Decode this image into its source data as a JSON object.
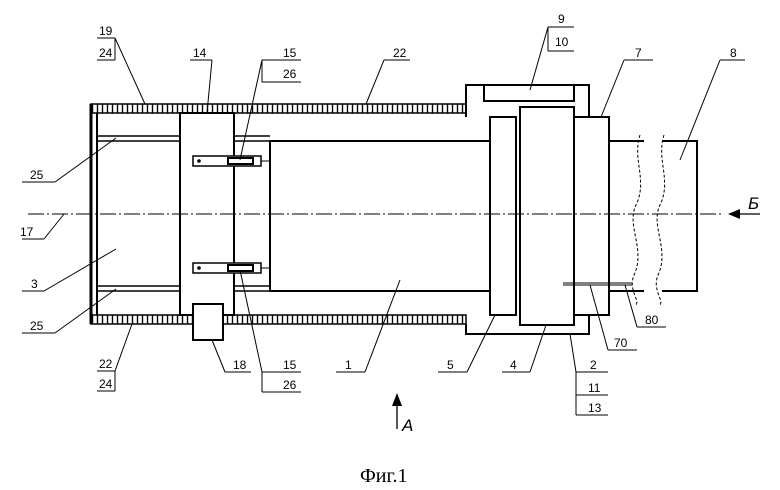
{
  "figure": {
    "caption": "Фиг.1",
    "view_labels": {
      "view_a": "A",
      "view_b": "Б"
    },
    "labels": {
      "l19": "19",
      "l24a": "24",
      "l14": "14",
      "l15a": "15",
      "l26a": "26",
      "l22a": "22",
      "l9": "9",
      "l10": "10",
      "l7": "7",
      "l8": "8",
      "l25a": "25",
      "l17": "17",
      "l3": "3",
      "l25b": "25",
      "l80": "80",
      "l70": "70",
      "l22b": "22",
      "l24b": "24",
      "l18": "18",
      "l15b": "15",
      "l26b": "26",
      "l1": "1",
      "l5": "5",
      "l4": "4",
      "l2": "2",
      "l11": "11",
      "l13": "13"
    }
  }
}
